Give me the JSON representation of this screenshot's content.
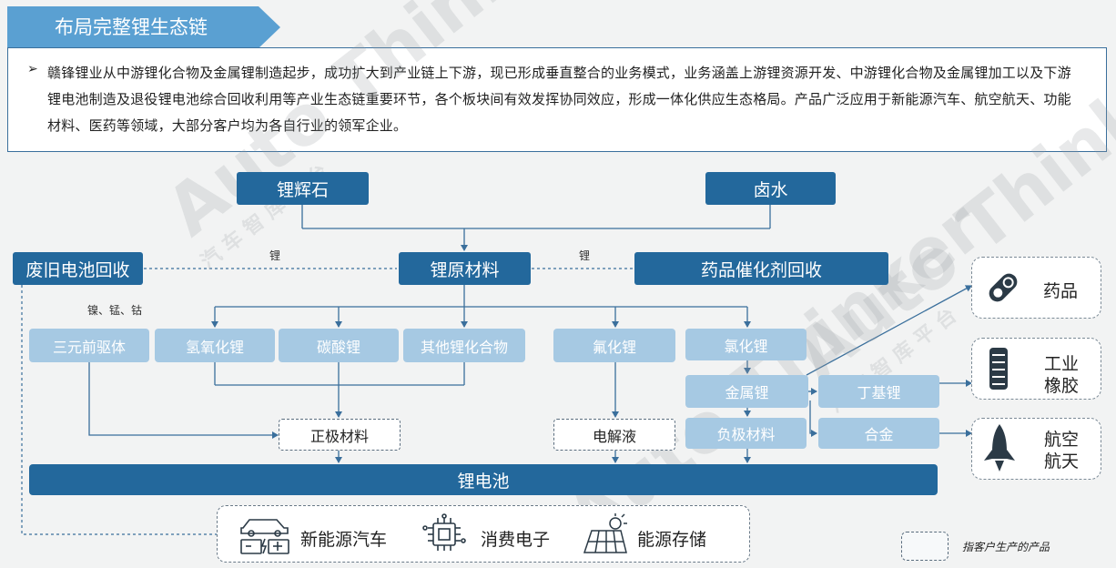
{
  "header": {
    "title": "布局完整锂生态链"
  },
  "summary": {
    "bullet": "➢",
    "text": "赣锋锂业从中游锂化合物及金属锂制造起步，成功扩大到产业链上下游，现已形成垂直整合的业务模式，业务涵盖上游锂资源开发、中游锂化合物及金属锂加工以及下游锂电池制造及退役锂电池综合回收利用等产业生态链重要环节，各个板块间有效发挥协同效应，形成一体化供应生态格局。产品广泛应用于新能源汽车、航空航天、功能材料、医药等领域，大部分客户均为各自行业的领军企业。"
  },
  "diagram": {
    "spodumene": "锂辉石",
    "brine": "卤水",
    "battery_recycling": "废旧电池回收",
    "lithium_raw_material": "锂原材料",
    "drug_catalyst_recycling": "药品催化剂回收",
    "edge_label_left": "锂",
    "edge_label_right": "锂",
    "recycled_metals": "镍、锰、钴",
    "ternary_precursor": "三元前驱体",
    "lithium_hydroxide": "氢氧化锂",
    "lithium_carbonate": "碳酸锂",
    "other_compounds": "其他锂化合物",
    "lithium_fluoride": "氟化锂",
    "lithium_chloride": "氯化锂",
    "lithium_metal": "金属锂",
    "butyl_lithium": "丁基锂",
    "anode_material": "负极材料",
    "alloy": "合金",
    "cathode_material": "正极材料",
    "electrolyte": "电解液",
    "lithium_battery": "锂电池",
    "app_ev": "新能源汽车",
    "app_consumer": "消费电子",
    "app_storage": "能源存储",
    "cat_pharma": "药品",
    "cat_rubber_line1": "工业",
    "cat_rubber_line2": "橡胶",
    "cat_aero_line1": "航空",
    "cat_aero_line2": "航天"
  },
  "legend": {
    "text": "指客户生产的产品"
  },
  "watermark": {
    "brand": "Auto Thinker",
    "cn": "汽 车 智 库 平 台"
  },
  "colors": {
    "dark_node": "#23689c",
    "light_node": "#a6c9e3",
    "header": "#5aa0d2",
    "line": "#3a6f9c"
  }
}
